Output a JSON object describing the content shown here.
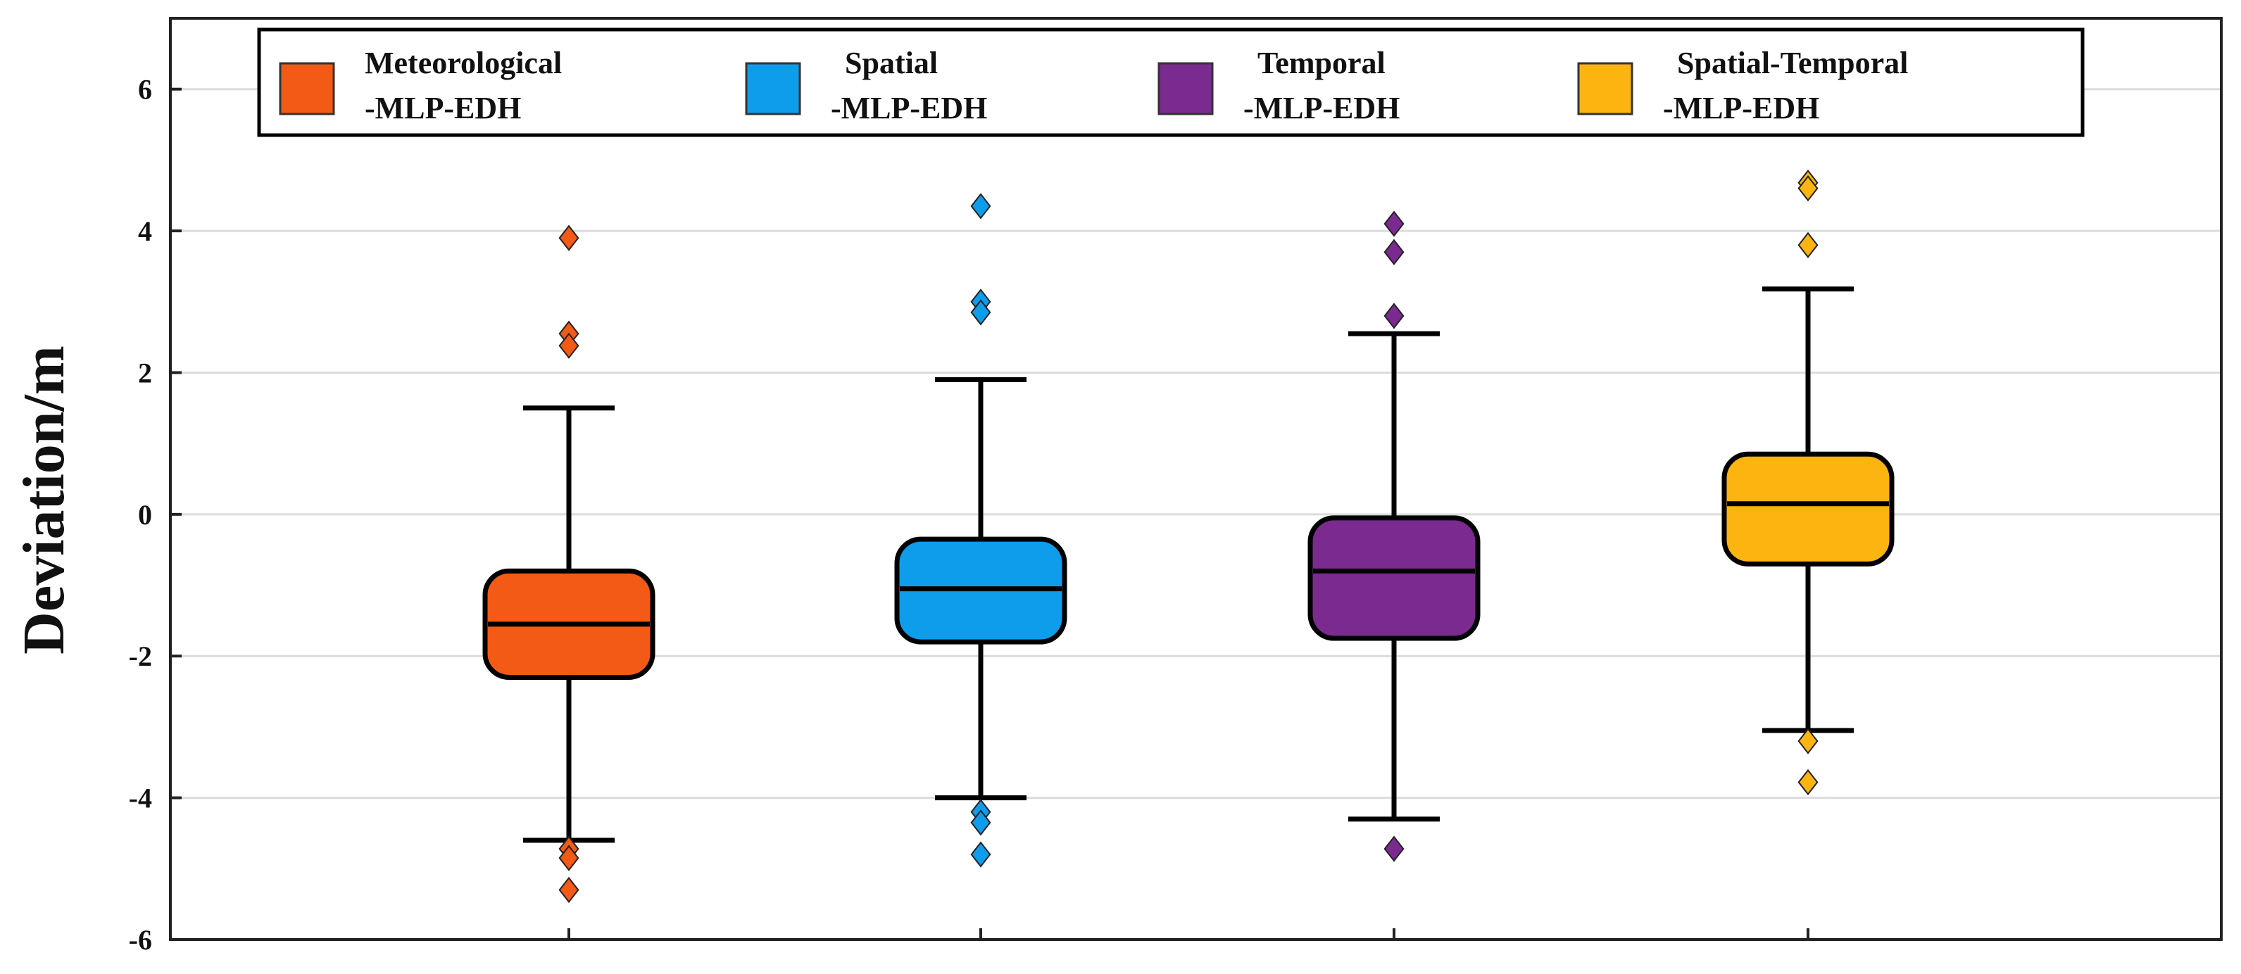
{
  "chart_data": {
    "type": "boxplot",
    "ylabel": "Deviation/m",
    "xlabel": "",
    "ylim": [
      -6,
      7
    ],
    "yticks": [
      -6,
      -4,
      -2,
      0,
      2,
      4,
      6
    ],
    "grid": "horizontal",
    "legend_placement": "top",
    "series": [
      {
        "name_line1": "Meteorological",
        "name_line2": "-MLP-EDH",
        "color": "#F25A16",
        "whisker_low": -4.6,
        "q1": -2.3,
        "median": -1.55,
        "q3": -0.8,
        "whisker_high": 1.5,
        "outliers": [
          3.9,
          2.55,
          2.38,
          -4.72,
          -4.85,
          -5.3
        ]
      },
      {
        "name_line1": "Spatial",
        "name_line2": "-MLP-EDH",
        "color": "#0D9DEB",
        "whisker_low": -4.0,
        "q1": -1.8,
        "median": -1.05,
        "q3": -0.35,
        "whisker_high": 1.9,
        "outliers": [
          4.35,
          3.0,
          2.85,
          -4.2,
          -4.35,
          -4.8
        ]
      },
      {
        "name_line1": "Temporal",
        "name_line2": "-MLP-EDH",
        "color": "#7B2B8F",
        "whisker_low": -4.3,
        "q1": -1.75,
        "median": -0.8,
        "q3": -0.05,
        "whisker_high": 2.55,
        "outliers": [
          4.1,
          3.7,
          2.8,
          -4.72
        ]
      },
      {
        "name_line1": "Spatial-Temporal",
        "name_line2": "-MLP-EDH",
        "color": "#FCB410",
        "whisker_low": -3.05,
        "q1": -0.7,
        "median": 0.15,
        "q3": 0.85,
        "whisker_high": 3.18,
        "outliers": [
          4.68,
          4.6,
          3.8,
          -3.2,
          -3.78
        ]
      }
    ]
  }
}
